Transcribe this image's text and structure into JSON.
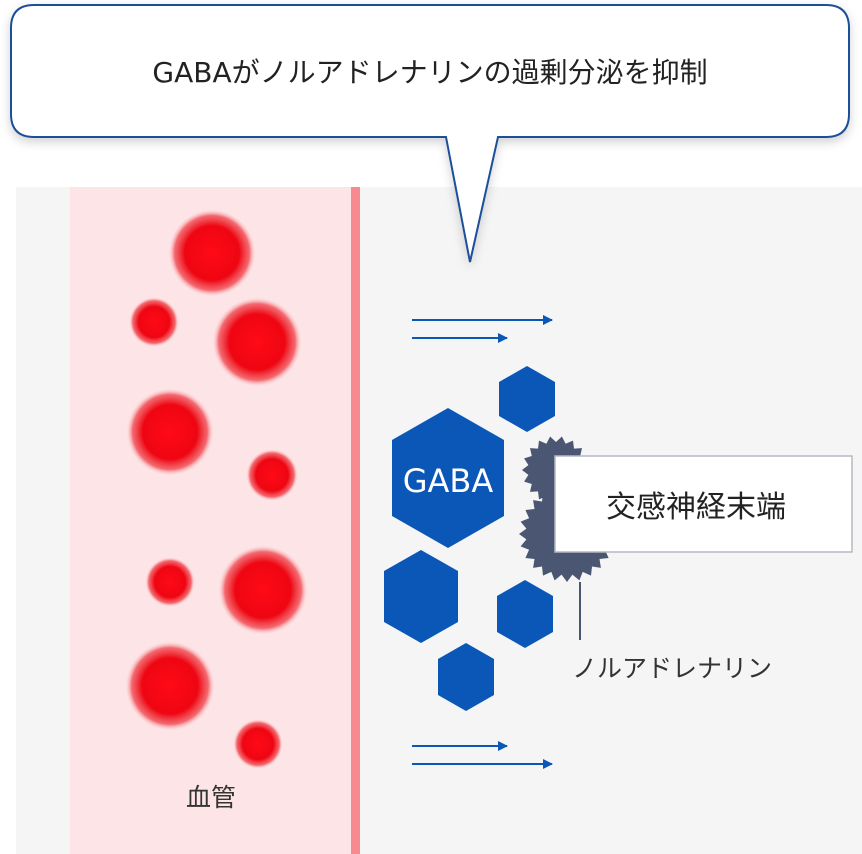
{
  "callout": {
    "text": "GABAがノルアドレナリンの過剰分泌を抑制"
  },
  "labels": {
    "gaba": "GABA",
    "nerve_terminal": "交感神経末端",
    "noradrenaline": "ノルアドレナリン",
    "blood_vessel": "血管"
  },
  "colors": {
    "background": "#f5f5f5",
    "vessel_fill": "#fde4e6",
    "vessel_wall": "#f78a8f",
    "blood_cell": "#e8000e",
    "gaba_hex": "#0a57b8",
    "arrow": "#0a57b8",
    "gear": "#4a5672",
    "callout_border": "#1f4f99"
  },
  "icons": [
    "red-blood-cell",
    "gaba-hexagon",
    "gear",
    "flow-arrow"
  ]
}
